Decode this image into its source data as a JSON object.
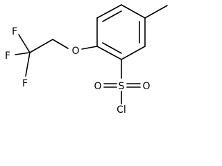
{
  "molecule": {
    "atoms": {
      "fluorine_top": "F",
      "fluorine_left": "F",
      "fluorine_bottom": "F",
      "ether_oxygen": "O",
      "sulfur": "S",
      "sulfonyl_oxygen_left": "O",
      "sulfonyl_oxygen_right": "O",
      "chlorine": "Cl"
    }
  },
  "colors": {
    "stroke": "#000000",
    "background": "#ffffff"
  }
}
